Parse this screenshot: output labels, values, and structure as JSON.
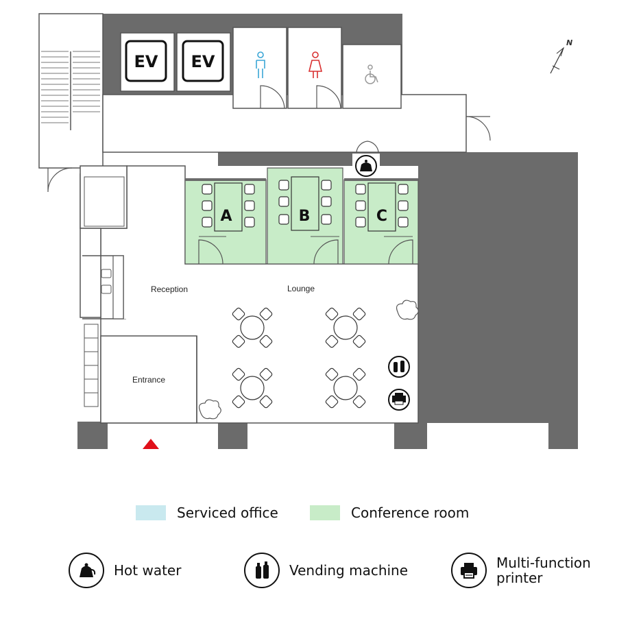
{
  "plan": {
    "rooms": {
      "elevator_1": "EV",
      "elevator_2": "EV",
      "conference_a": "A",
      "conference_b": "B",
      "conference_c": "C",
      "reception": "Reception",
      "lounge": "Lounge",
      "entrance": "Entrance"
    },
    "north_label": "N",
    "colors": {
      "wall": "#6b6b6b",
      "conference": "#c8ecc8",
      "serviced_office": "#c9e9ef",
      "male_icon": "#3aa6d6",
      "female_icon": "#d93030",
      "entrance_marker": "#e0101a"
    }
  },
  "legend": {
    "areas": [
      {
        "label": "Serviced office",
        "color": "#c9e9ef"
      },
      {
        "label": "Conference room",
        "color": "#c8ecc8"
      }
    ],
    "icons": [
      {
        "icon": "kettle-icon",
        "label": "Hot water"
      },
      {
        "icon": "bottles-icon",
        "label": "Vending machine"
      },
      {
        "icon": "printer-icon",
        "label_line1": "Multi-function",
        "label_line2": "printer"
      }
    ]
  }
}
